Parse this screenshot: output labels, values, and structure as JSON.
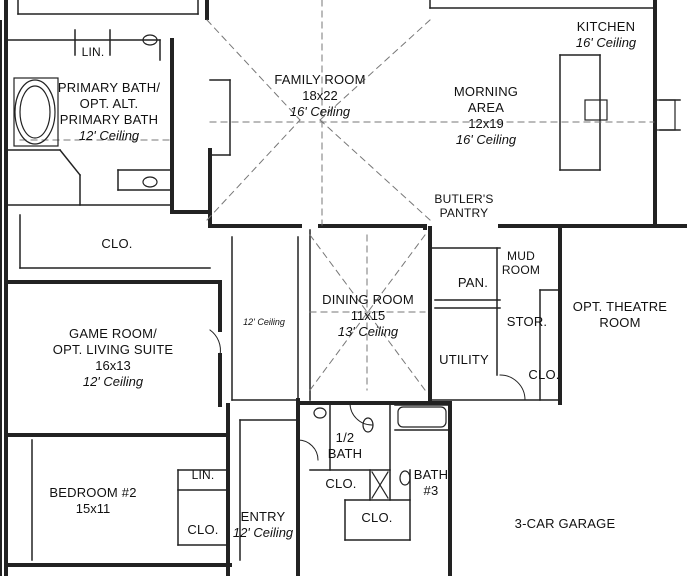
{
  "rooms": {
    "kitchen": {
      "name": "KITCHEN",
      "ceiling": "16' Ceiling"
    },
    "family_room": {
      "name": "FAMILY ROOM",
      "dim": "18x22",
      "ceiling": "16' Ceiling"
    },
    "morning_area": {
      "name1": "MORNING",
      "name2": "AREA",
      "dim": "12x19",
      "ceiling": "16' Ceiling"
    },
    "primary_bath": {
      "name1": "PRIMARY BATH/",
      "name2": "OPT. ALT.",
      "name3": "PRIMARY BATH",
      "ceiling": "12' Ceiling"
    },
    "lin_top": {
      "name": "LIN."
    },
    "clo_primary": {
      "name": "CLO."
    },
    "butlers_pantry": {
      "name1": "BUTLER'S",
      "name2": "PANTRY"
    },
    "mud_room": {
      "name1": "MUD",
      "name2": "ROOM"
    },
    "pan": {
      "name": "PAN."
    },
    "stor": {
      "name": "STOR."
    },
    "utility": {
      "name": "UTILITY"
    },
    "clo_utility": {
      "name": "CLO."
    },
    "dining_room": {
      "name": "DINING ROOM",
      "dim": "11x15",
      "ceiling": "13' Ceiling"
    },
    "gallery": {
      "ceiling": "12' Ceiling"
    },
    "game_room": {
      "name1": "GAME ROOM/",
      "name2": "OPT. LIVING SUITE",
      "dim": "16x13",
      "ceiling": "12' Ceiling"
    },
    "theatre": {
      "name1": "OPT. THEATRE",
      "name2": "ROOM"
    },
    "half_bath": {
      "name1": "1/2",
      "name2": "BATH"
    },
    "clo_half": {
      "name": "CLO."
    },
    "clo_bath3": {
      "name": "CLO."
    },
    "bath3": {
      "name1": "BATH",
      "name2": "#3"
    },
    "bedroom2": {
      "name": "BEDROOM #2",
      "dim": "15x11"
    },
    "lin_bed": {
      "name": "LIN."
    },
    "clo_bed": {
      "name": "CLO."
    },
    "entry": {
      "name": "ENTRY",
      "ceiling": "12' Ceiling"
    },
    "garage": {
      "name": "3-CAR GARAGE"
    }
  }
}
